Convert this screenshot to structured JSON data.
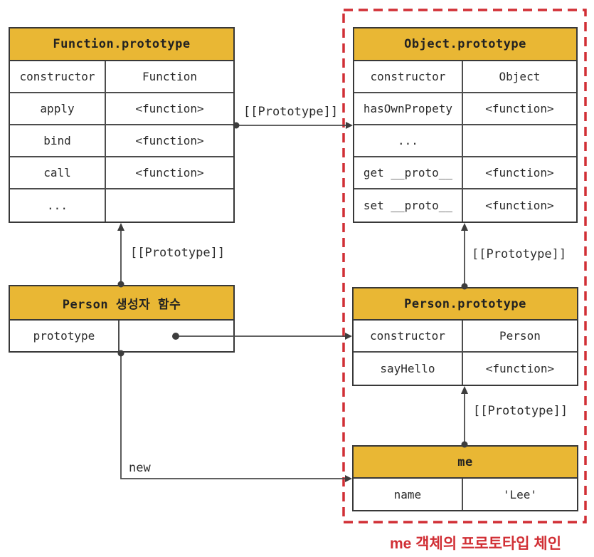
{
  "diagram": {
    "tables": {
      "function_prototype": {
        "title": "Function.prototype",
        "rows": [
          {
            "key": "constructor",
            "value": "Function"
          },
          {
            "key": "apply",
            "value": "<function>"
          },
          {
            "key": "bind",
            "value": "<function>"
          },
          {
            "key": "call",
            "value": "<function>"
          },
          {
            "key": "...",
            "value": ""
          }
        ]
      },
      "object_prototype": {
        "title": "Object.prototype",
        "rows": [
          {
            "key": "constructor",
            "value": "Object"
          },
          {
            "key": "hasOwnPropety",
            "value": "<function>"
          },
          {
            "key": "...",
            "value": ""
          },
          {
            "key": "get __proto__",
            "value": "<function>"
          },
          {
            "key": "set __proto__",
            "value": "<function>"
          }
        ]
      },
      "person_constructor": {
        "title": "Person 생성자 함수",
        "rows": [
          {
            "key": "prototype",
            "value": ""
          }
        ]
      },
      "person_prototype": {
        "title": "Person.prototype",
        "rows": [
          {
            "key": "constructor",
            "value": "Person"
          },
          {
            "key": "sayHello",
            "value": "<function>"
          }
        ]
      },
      "me": {
        "title": "me",
        "rows": [
          {
            "key": "name",
            "value": "'Lee'"
          }
        ]
      }
    },
    "labels": {
      "proto_top": "[[Prototype]]",
      "proto_left": "[[Prototype]]",
      "proto_right_upper": "[[Prototype]]",
      "proto_right_lower": "[[Prototype]]",
      "new_label": "new"
    },
    "caption": "me 객체의 프로토타입 체인",
    "colors": {
      "header_bg": "#e9b734",
      "table_border": "#383838",
      "arrow": "#4a4a4a",
      "chain_box_red": "#d12f35",
      "caption_red": "#d12f35"
    }
  }
}
